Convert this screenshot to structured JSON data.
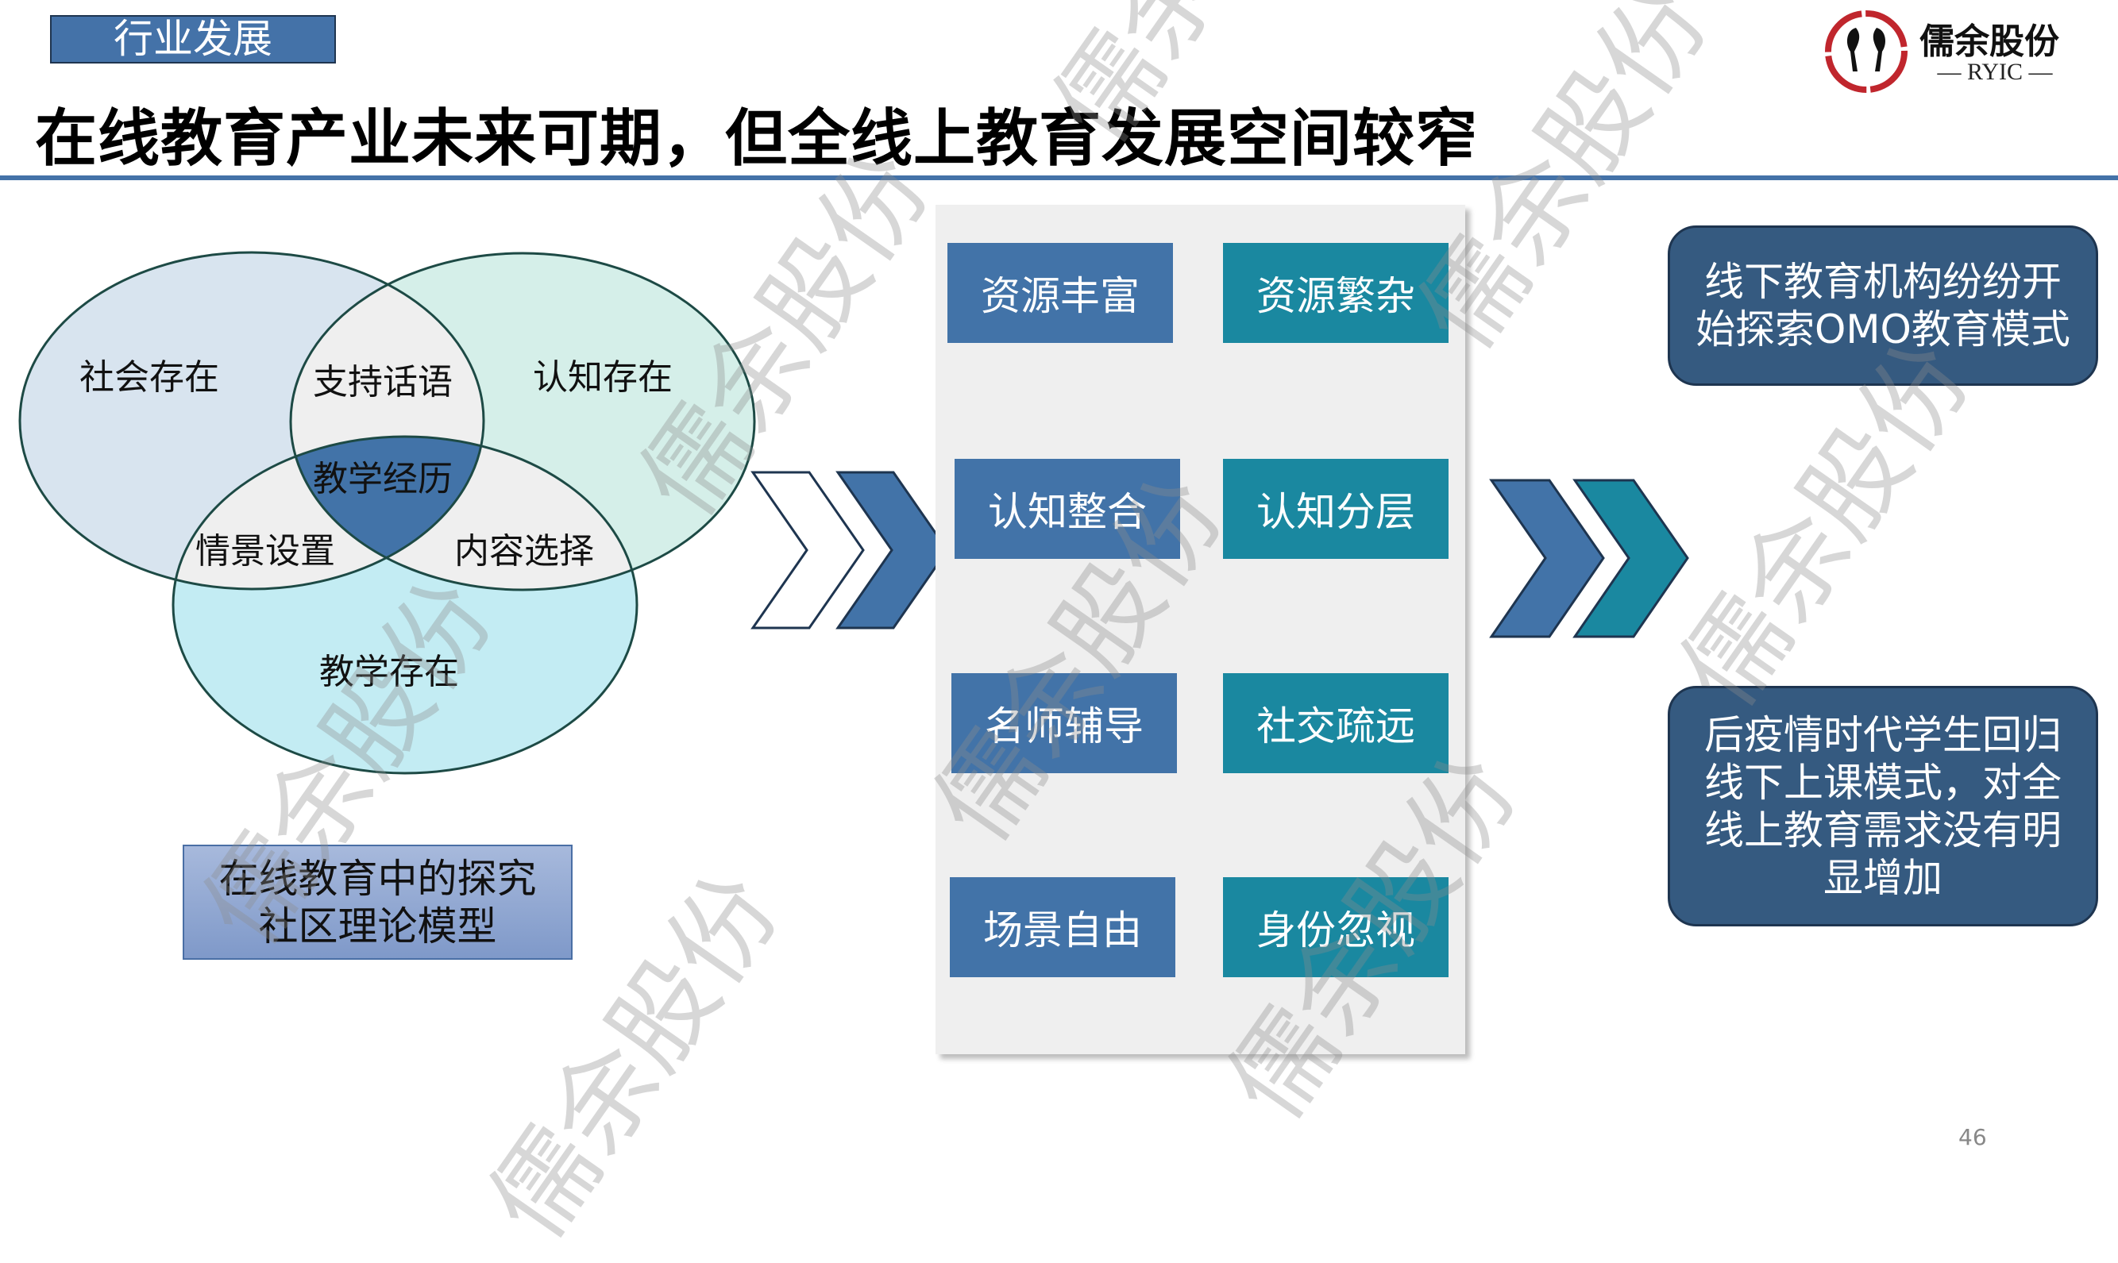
{
  "header": {
    "section_tag": "行业发展",
    "title": "在线教育产业未来可期，但全线上教育发展空间较窄"
  },
  "logo": {
    "name": "儒余股份",
    "sub": "RYIC"
  },
  "venn": {
    "circles": [
      "社会存在",
      "认知存在",
      "教学存在"
    ],
    "overlaps": {
      "social_cognitive": "支持话语",
      "social_teaching": "情景设置",
      "cognitive_teaching": "内容选择",
      "center": "教学经历"
    },
    "caption": "在线教育中的探究社区理论模型"
  },
  "grid": [
    [
      "资源丰富",
      "资源繁杂"
    ],
    [
      "认知整合",
      "认知分层"
    ],
    [
      "名师辅导",
      "社交疏远"
    ],
    [
      "场景自由",
      "身份忽视"
    ]
  ],
  "conclusions": [
    "线下教育机构纷纷开始探索OMO教育模式",
    "后疫情时代学生回归线下上课模式，对全线上教育需求没有明显增加"
  ],
  "page_number": "46",
  "watermark": "儒余股份",
  "colors": {
    "blue": "#4273a8",
    "teal": "#1a88a0",
    "navy": "#355a80"
  }
}
